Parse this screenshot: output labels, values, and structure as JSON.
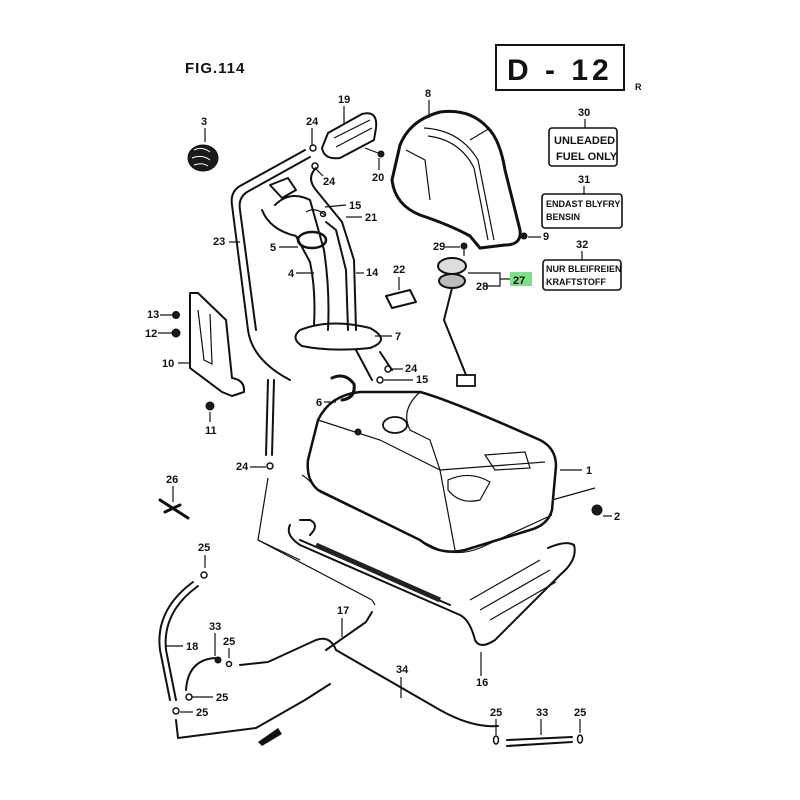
{
  "figure": {
    "title": "FIG.114",
    "section_code": "D - 12",
    "corner_mark": "R"
  },
  "signs": {
    "s30": {
      "number": "30",
      "lines": [
        "UNLEADED",
        "FUEL ONLY"
      ]
    },
    "s31": {
      "number": "31",
      "lines": [
        "ENDAST BLYFRY",
        "BENSIN"
      ]
    },
    "s32": {
      "number": "32",
      "lines": [
        "NUR BLEIFREIEN",
        "KRAFTSTOFF"
      ]
    }
  },
  "highlight": {
    "part": "27",
    "color": "#7fe08a"
  },
  "callouts": {
    "c1": "1",
    "c2": "2",
    "c3": "3",
    "c4": "4",
    "c5": "5",
    "c6": "6",
    "c7": "7",
    "c8": "8",
    "c9": "9",
    "c10": "10",
    "c11": "11",
    "c12": "12",
    "c13": "13",
    "c14": "14",
    "c15a": "15",
    "c15b": "15",
    "c16": "16",
    "c17": "17",
    "c18": "18",
    "c19": "19",
    "c20": "20",
    "c21": "21",
    "c22": "22",
    "c23": "23",
    "c24a": "24",
    "c24b": "24",
    "c24c": "24",
    "c24d": "24",
    "c25a": "25",
    "c25b": "25",
    "c25c": "25",
    "c25d": "25",
    "c25e": "25",
    "c25f": "25",
    "c26": "26",
    "c27": "27",
    "c28": "28",
    "c29": "29",
    "c30": "30",
    "c31": "31",
    "c32": "32",
    "c33a": "33",
    "c33b": "33",
    "c34": "34"
  }
}
